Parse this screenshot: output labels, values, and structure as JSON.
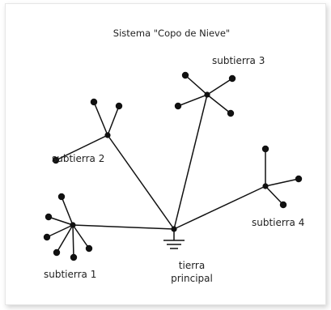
{
  "diagram": {
    "title": "Sistema \"Copo de Nieve\"",
    "labels": {
      "main_line1": "tierra",
      "main_line2": "principal",
      "sub1": "subtierra 1",
      "sub2": "subtierra 2",
      "sub3": "subtierra 3",
      "sub4": "subtierra 4"
    },
    "nodes": {
      "main": "tierra principal",
      "sub_grounds": [
        "subtierra 1",
        "subtierra 2",
        "subtierra 3",
        "subtierra 4"
      ]
    },
    "colors": {
      "line": "#111111",
      "text": "#222222",
      "background": "#ffffff"
    },
    "icons": [
      "ground-symbol-icon"
    ]
  }
}
